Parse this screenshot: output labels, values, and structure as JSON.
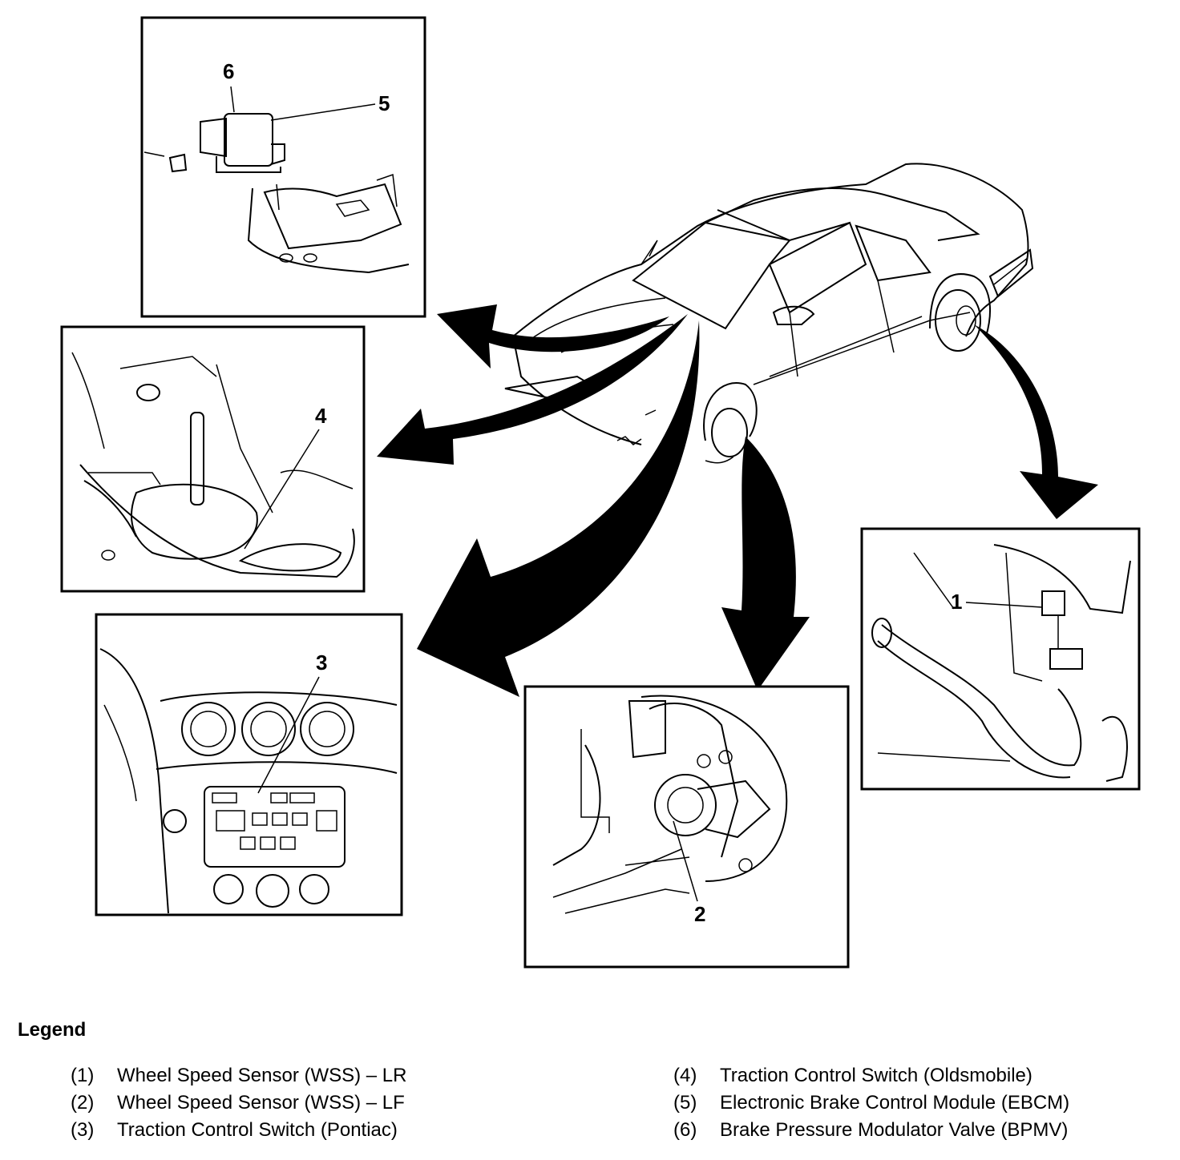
{
  "callouts": [
    "1",
    "2",
    "3",
    "4",
    "5",
    "6"
  ],
  "legend": {
    "title": "Legend",
    "items": [
      {
        "num": "(1)",
        "label": "Wheel Speed Sensor (WSS) – LR"
      },
      {
        "num": "(2)",
        "label": "Wheel Speed Sensor (WSS) – LF"
      },
      {
        "num": "(3)",
        "label": "Traction Control Switch (Pontiac)"
      },
      {
        "num": "(4)",
        "label": "Traction Control Switch (Oldsmobile)"
      },
      {
        "num": "(5)",
        "label": "Electronic Brake Control Module (EBCM)"
      },
      {
        "num": "(6)",
        "label": "Brake Pressure Modulator Valve (BPMV)"
      }
    ]
  }
}
